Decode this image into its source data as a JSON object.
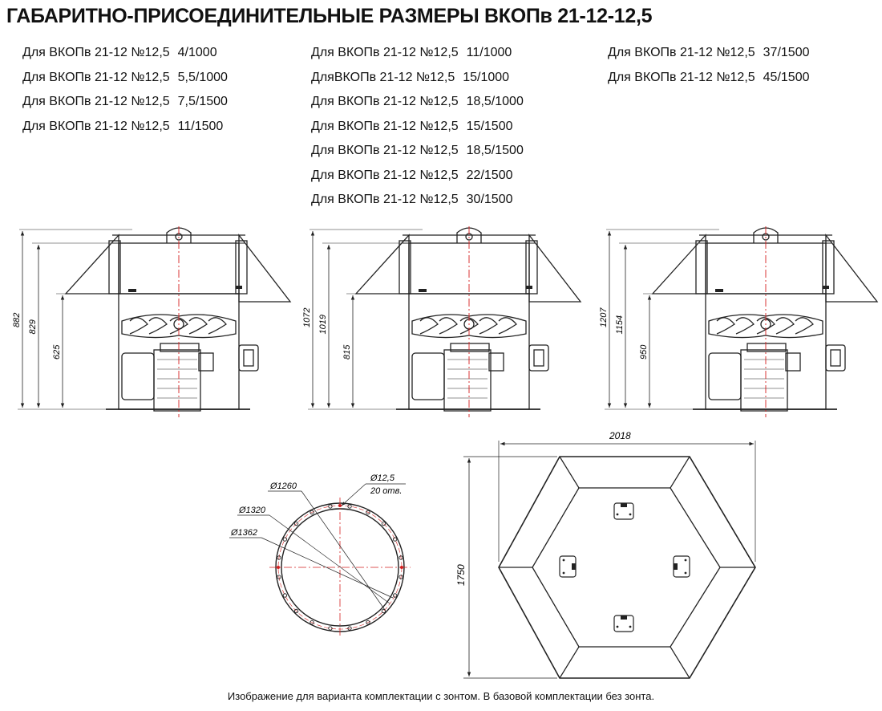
{
  "title": "ГАБАРИТНО-ПРИСОЕДИНИТЕЛЬНЫЕ РАЗМЕРЫ ВКОПв 21-12-12,5",
  "groups": [
    [
      {
        "model": "Для ВКОПв 21-12 №12,5",
        "spec": "4/1000"
      },
      {
        "model": "Для ВКОПв 21-12 №12,5",
        "spec": "5,5/1000"
      },
      {
        "model": "Для ВКОПв 21-12 №12,5",
        "spec": "7,5/1500"
      },
      {
        "model": "Для ВКОПв 21-12 №12,5",
        "spec": "11/1500"
      }
    ],
    [
      {
        "model": "Для ВКОПв 21-12 №12,5",
        "spec": "11/1000"
      },
      {
        "model": "ДляВКОПв 21-12 №12,5",
        "spec": "15/1000"
      },
      {
        "model": "Для ВКОПв 21-12 №12,5",
        "spec": "18,5/1000"
      },
      {
        "model": "Для ВКОПв 21-12 №12,5",
        "spec": "15/1500"
      },
      {
        "model": "Для ВКОПв 21-12 №12,5",
        "spec": "18,5/1500"
      },
      {
        "model": "Для ВКОПв 21-12 №12,5",
        "spec": "22/1500"
      },
      {
        "model": "Для ВКОПв 21-12 №12,5",
        "spec": "30/1500"
      }
    ],
    [
      {
        "model": "Для ВКОПв 21-12 №12,5",
        "spec": "37/1500"
      },
      {
        "model": "Для ВКОПв 21-12 №12,5",
        "spec": "45/1500"
      }
    ]
  ],
  "views": [
    {
      "total": "882",
      "middle": "829",
      "lower": "625"
    },
    {
      "total": "1072",
      "middle": "1019",
      "lower": "815"
    },
    {
      "total": "1207",
      "middle": "1154",
      "lower": "950"
    }
  ],
  "flange": {
    "d_inner": "Ø1260",
    "d_bolt": "Ø1320",
    "d_outer": "Ø1362",
    "hole_d": "Ø12,5",
    "hole_count": "20 отв."
  },
  "hood": {
    "width": "2018",
    "height": "1750"
  },
  "footnote": "Изображение для варианта комплектации с зонтом. В базовой комплектации без зонта.",
  "colors": {
    "line": "#222222",
    "axis": "#d42020"
  }
}
